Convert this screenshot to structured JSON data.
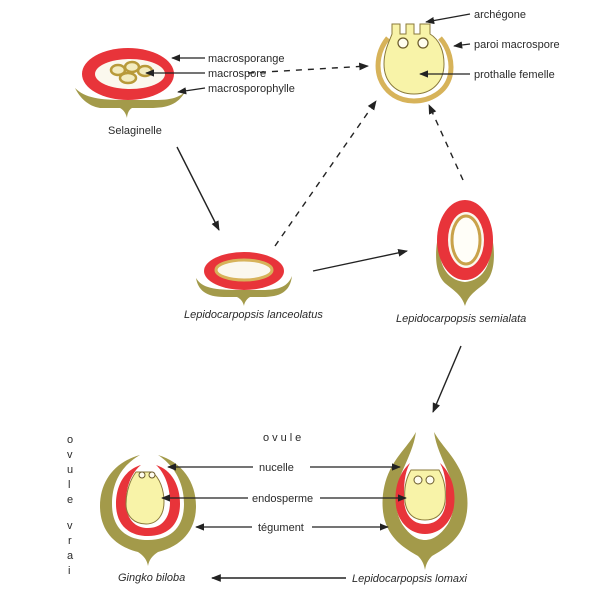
{
  "colors": {
    "red": "#e8343a",
    "olive": "#a39a4a",
    "yellow": "#f8f3a8",
    "gold": "#d7b35a",
    "line": "#222222",
    "text": "#2a2a2a"
  },
  "selaginelle": {
    "caption": "Selaginelle",
    "labels": [
      "macrosporange",
      "macrospore",
      "macrosporophylle"
    ]
  },
  "prothalle": {
    "labels": [
      "archégone",
      "paroi macrospore",
      "prothalle femelle"
    ]
  },
  "lanceolatus": {
    "caption": "Lepidocarpopsis  lanceolatus"
  },
  "semialata": {
    "caption": "Lepidocarpopsis  semialata"
  },
  "ovule": {
    "heading": "ovule",
    "labels": [
      "nucelle",
      "endosperme",
      "tégument"
    ]
  },
  "side_label": [
    "o",
    "v",
    "u",
    "l",
    "e",
    "",
    "v",
    "r",
    "a",
    "i"
  ],
  "ginkgo": {
    "caption": "Gingko biloba"
  },
  "lomaxi": {
    "caption": "Lepidocarpopsis lomaxi"
  }
}
